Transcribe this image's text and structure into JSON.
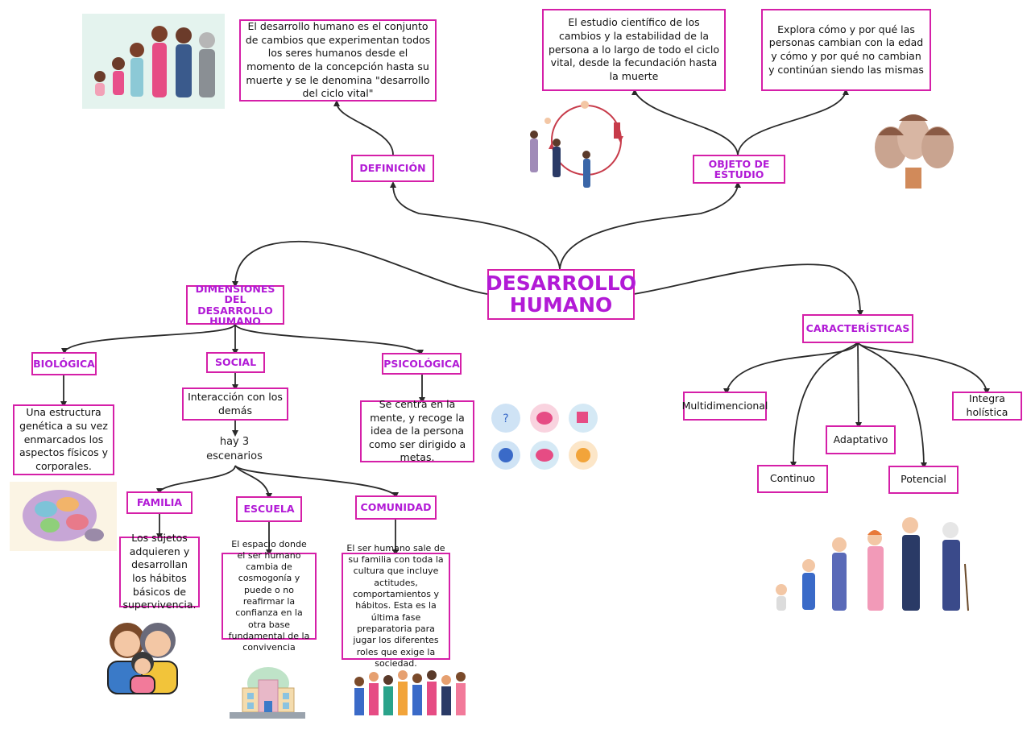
{
  "central": {
    "title": "DESARROLLO HUMANO"
  },
  "definicion": {
    "title": "DEFINICIÓN",
    "text": "El desarrollo humano es el conjunto de cambios que experimentan todos los seres humanos desde el momento de la concepción hasta su muerte y se le denomina \"desarrollo del ciclo vital\""
  },
  "objeto": {
    "title": "OBJETO DE ESTUDIO",
    "text_left": "El estudio científico de los cambios y la estabilidad de la persona a lo largo de todo el ciclo vital, desde la fecundación hasta la muerte",
    "text_right": "Explora cómo y por qué las personas cambian con la edad y cómo y por qué no cambian y continúan siendo las mismas"
  },
  "dimensiones": {
    "title": "DIMENSIONES DEL DESARROLLO HUMANO",
    "biologica": {
      "title": "BIOLÓGICA",
      "text": "Una estructura genética a su vez enmarcados los aspectos físicos y corporales."
    },
    "social": {
      "title": "SOCIAL",
      "text": "Interacción con los demás",
      "escenarios_label": "hay 3 escenarios",
      "familia": {
        "title": "FAMILIA",
        "text": "Los sujetos adquieren y desarrollan los hábitos básicos de supervivencia."
      },
      "escuela": {
        "title": "ESCUELA",
        "text": "El espacio donde el ser humano cambia de cosmogonía y puede o no reafirmar la confianza en la otra base fundamental de la convivencia"
      },
      "comunidad": {
        "title": "COMUNIDAD",
        "text": "El ser humano sale de su familia con toda la cultura que incluye actitudes, comportamientos y hábitos. Esta es la última fase preparatoria para jugar los diferentes roles que exige la sociedad."
      }
    },
    "psicologica": {
      "title": "PSICOLÓGICA",
      "text": "Se centra en la mente, y recoge la idea de la persona como ser dirigido a metas."
    }
  },
  "caracteristicas": {
    "title": "CARACTERÍSTICAS",
    "items": [
      "Multidimencional",
      "Continuo",
      "Adaptativo",
      "Potencial",
      "Integra holística"
    ]
  },
  "colors": {
    "border": "#d51fa8",
    "title": "#b21ad6",
    "line": "#2a2a2a"
  },
  "icons": [
    "family-growth-illustration",
    "life-cycle-illustration",
    "faces-illustration",
    "brain-illustration",
    "mind-icons-illustration",
    "family-icon",
    "school-icon",
    "community-illustration",
    "aging-illustration"
  ]
}
